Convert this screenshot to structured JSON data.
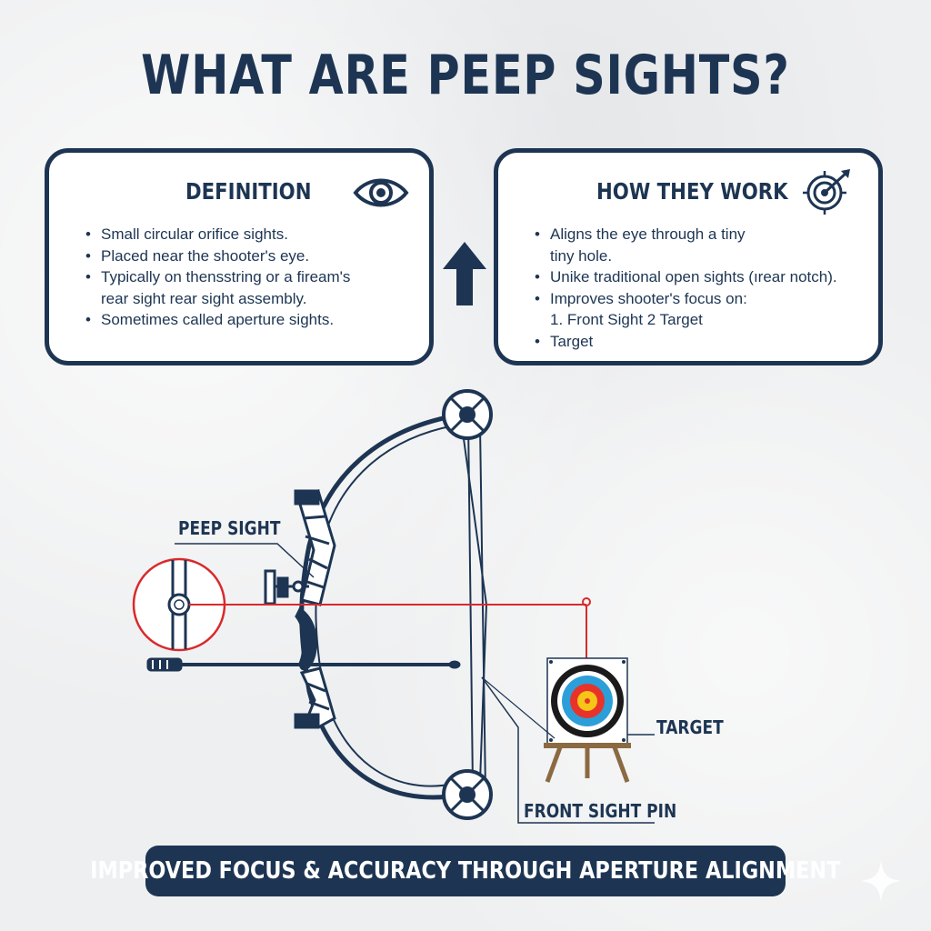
{
  "title": "WHAT ARE PEEP SIGHTS?",
  "colors": {
    "navy": "#1d3553",
    "sight_line_red": "#d9292b",
    "target_yellow": "#f5c518",
    "target_red": "#e8332a",
    "target_blue": "#2c9fd9",
    "target_black": "#1a1a1a"
  },
  "definition": {
    "heading": "DEFINITION",
    "icon": "eye-icon",
    "lines": [
      {
        "text": "Small circular orifice sights.",
        "bullet": true
      },
      {
        "text": "Placed near the shooter's eye.",
        "bullet": true
      },
      {
        "text": "Typically on thensstring or a fiream's",
        "bullet": true
      },
      {
        "text": "rear sight rear sight assembly.",
        "bullet": false
      },
      {
        "text": "Sometimes called aperture sights.",
        "bullet": true
      }
    ]
  },
  "how_they_work": {
    "heading": "HOW THEY WORK",
    "icon": "target-crosshair-icon",
    "lines": [
      {
        "text": "Aligns the eye through a tiny",
        "bullet": true
      },
      {
        "text": "tiny hole.",
        "bullet": false
      },
      {
        "text": "Unike traditional open sights (ırear notch).",
        "bullet": true
      },
      {
        "text": "Improves shooter's focus on:",
        "bullet": true
      },
      {
        "text": "1. Front Sight 2 Target",
        "bullet": false
      },
      {
        "text": "Target",
        "bullet": true
      }
    ]
  },
  "diagram_labels": {
    "peep_sight": "PEEP SIGHT",
    "target": "TARGET",
    "front_sight_pin": "FRONT SIGHT PIN"
  },
  "banner": "IMPROVED FOCUS & ACCURACY THROUGH APERTURE ALIGNMENT"
}
